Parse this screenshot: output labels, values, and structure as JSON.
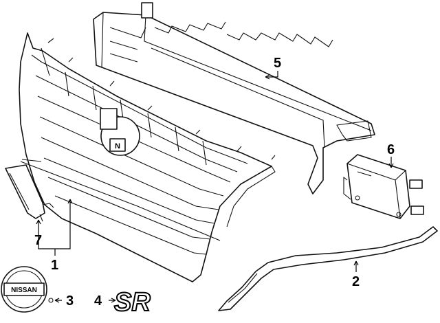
{
  "callouts": {
    "c1": "1",
    "c2": "2",
    "c3": "3",
    "c4": "4",
    "c5": "5",
    "c6": "6",
    "c7": "7"
  },
  "emblem_text": "NISSAN",
  "badge_text": "SR",
  "grille_logo_text": "N",
  "parts": [
    {
      "number": "1",
      "part": "grille-assembly-icon"
    },
    {
      "number": "2",
      "part": "chrome-molding-strip-icon"
    },
    {
      "number": "3",
      "part": "nissan-emblem-icon"
    },
    {
      "number": "4",
      "part": "sr-badge-icon"
    },
    {
      "number": "5",
      "part": "radiator-support-deflector-icon"
    },
    {
      "number": "6",
      "part": "sensor-module-icon"
    },
    {
      "number": "7",
      "part": "side-cover-panel-icon"
    }
  ]
}
